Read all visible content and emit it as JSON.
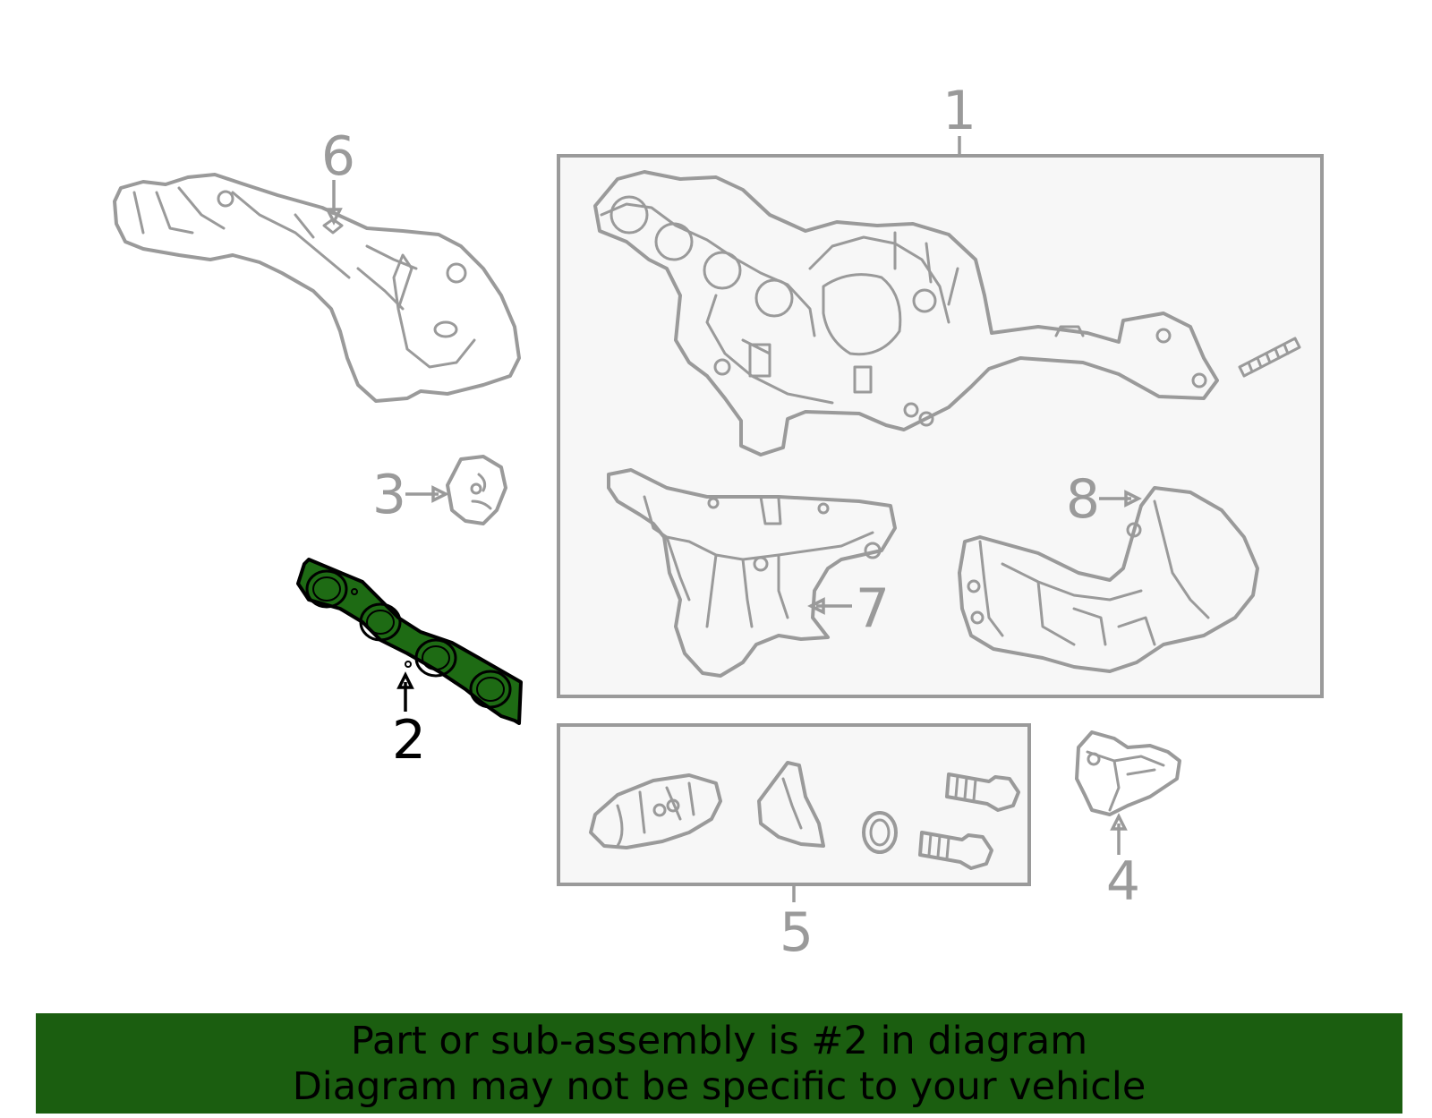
{
  "callouts": {
    "c1": "1",
    "c2": "2",
    "c3": "3",
    "c4": "4",
    "c5": "5",
    "c6": "6",
    "c7": "7",
    "c8": "8"
  },
  "highlighted_part": "2",
  "colors": {
    "banner_bg": "#1b5e10",
    "highlight_fill": "#1e6b14",
    "line_gray": "#9a9a9a",
    "box_fill": "#f7f7f7"
  },
  "banner": {
    "line1": "Part or sub-assembly is #2 in diagram",
    "line2": "Diagram may not be specific to your vehicle"
  }
}
